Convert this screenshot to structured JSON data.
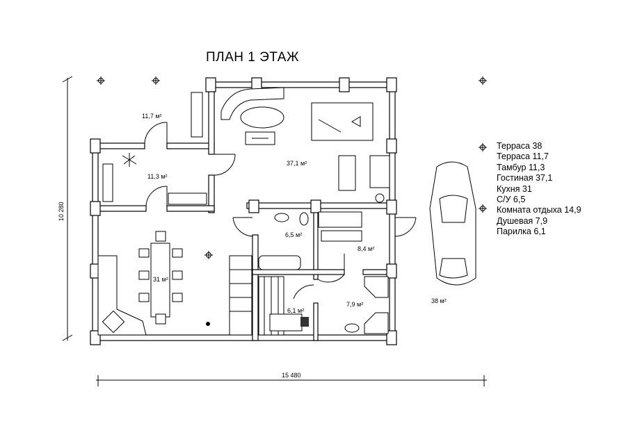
{
  "title": "ПЛАН 1 ЭТАЖ",
  "dimensions": {
    "height": "10 280",
    "width": "15 480"
  },
  "rooms": [
    {
      "area": "11,7 м²"
    },
    {
      "area": "11,3 м²"
    },
    {
      "area": "37,1 м²"
    },
    {
      "area": "6,5 м²"
    },
    {
      "area": "8,4 м²"
    },
    {
      "area": "31 м²"
    },
    {
      "area": "6,1 м²"
    },
    {
      "area": "7,9 м²"
    },
    {
      "area": "38 м²"
    }
  ],
  "legend": [
    "Терраса 38",
    "Терраса 11,7",
    "Тамбур 11,3",
    "Гостиная 37,1",
    "Кухня 31",
    "С/У 6,5",
    "Комната отдыха 14,9",
    "Душевая 7,9",
    "Парилка 6,1"
  ]
}
